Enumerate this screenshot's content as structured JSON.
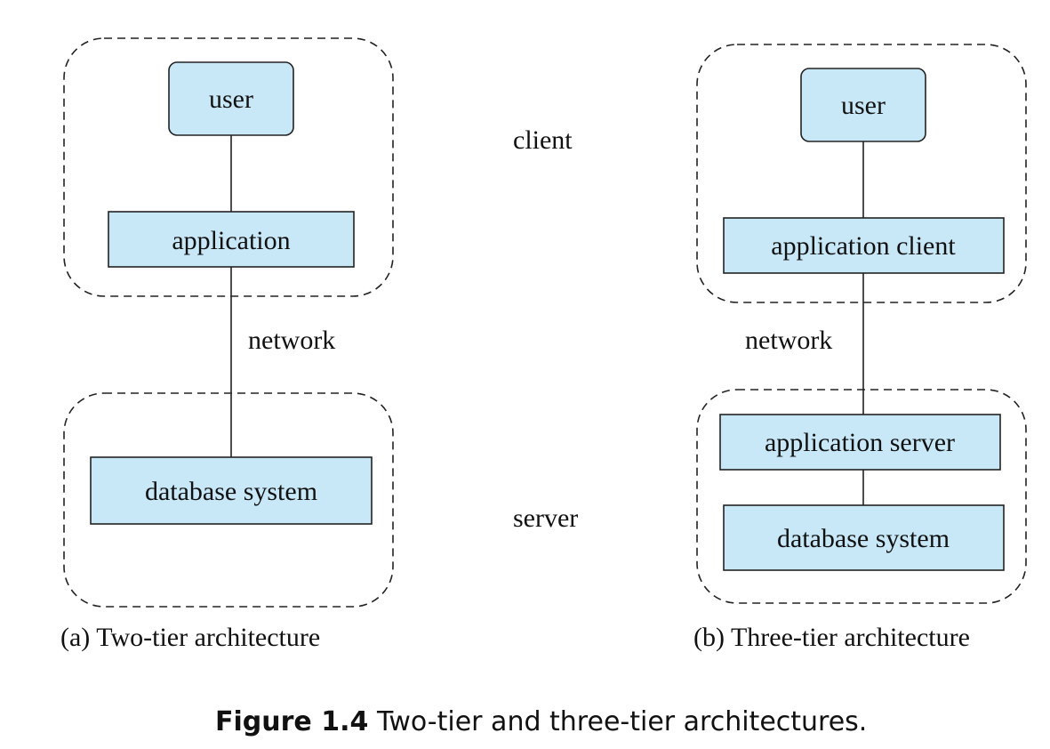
{
  "colors": {
    "box_fill": "#c8e8f8",
    "box_stroke": "#222222"
  },
  "labels": {
    "client": "client",
    "server": "server"
  },
  "two_tier": {
    "user": "user",
    "application": "application",
    "network": "network",
    "database": "database system",
    "caption": "(a) Two-tier architecture"
  },
  "three_tier": {
    "user": "user",
    "application_client": "application client",
    "network": "network",
    "application_server": "application server",
    "database": "database system",
    "caption": "(b) Three-tier architecture"
  },
  "figure": {
    "number": "Figure 1.4",
    "title": "Two-tier and three-tier architectures."
  }
}
